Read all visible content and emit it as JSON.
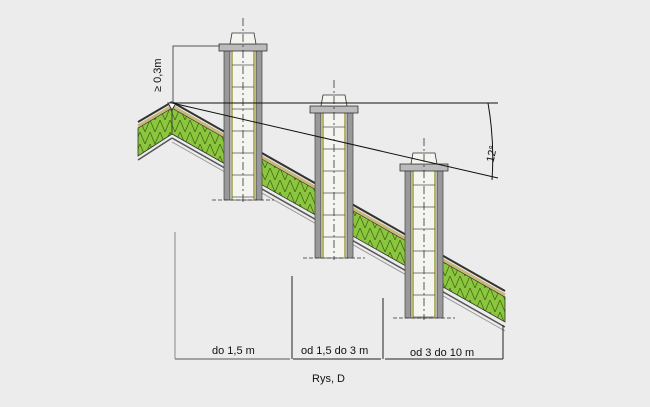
{
  "labels": {
    "min_height": "≥ 0,3m",
    "angle": "12°",
    "zone1": "do 1,5 m",
    "zone2": "od 1,5 do 3 m",
    "zone3": "od 3 do 10 m",
    "caption": "Rys, D"
  },
  "colors": {
    "insulation": "#8cc63f",
    "batten": "#c8b878",
    "chimney_wall": "#999999",
    "liner": "#b5b26a"
  }
}
